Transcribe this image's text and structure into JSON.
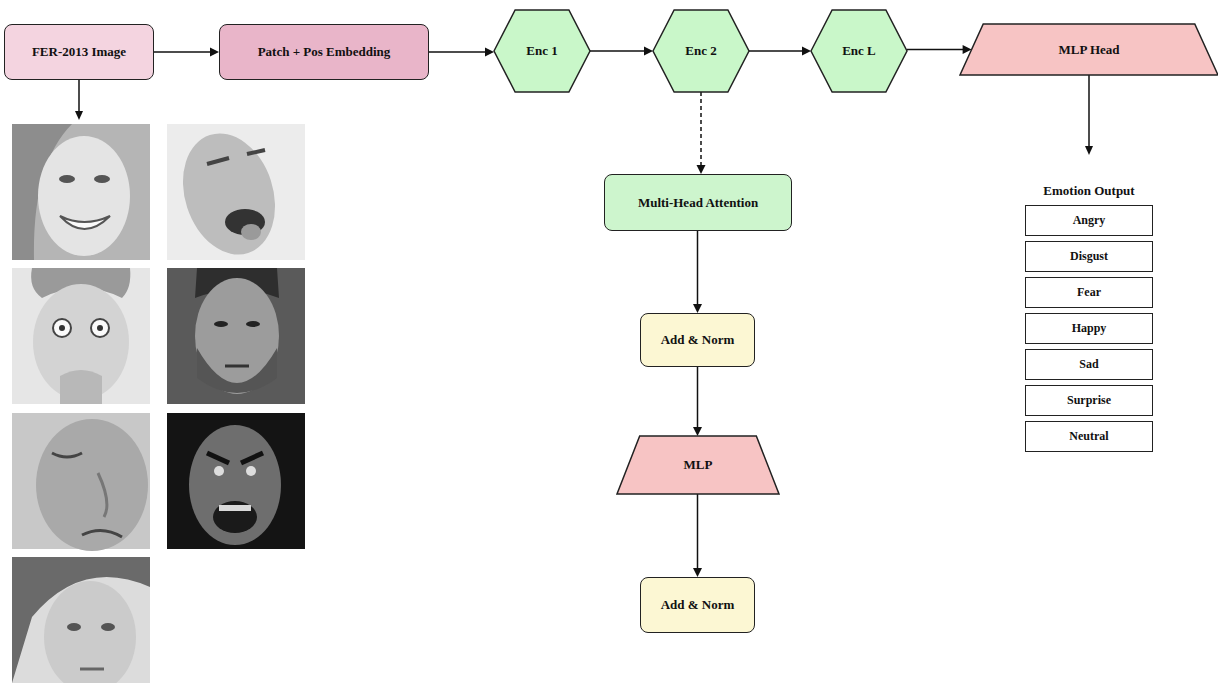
{
  "diagram": {
    "nodes": [
      {
        "text": [
          "FER-2013 Image"
        ]
      },
      {
        "text": [
          "Patch + Pos Embedding"
        ]
      },
      {
        "text": [
          "Enc 1"
        ]
      },
      {
        "text": [
          "Enc 2"
        ]
      },
      {
        "text": [
          "Enc L"
        ]
      },
      {
        "text": [
          "MLP Head"
        ]
      },
      {
        "text": [
          "Multi-Head Attention"
        ]
      },
      {
        "text": [
          "Add & Norm"
        ]
      },
      {
        "text": [
          "MLP"
        ]
      },
      {
        "text": [
          "Add & Norm"
        ]
      },
      {
        "text": [
          "Angry"
        ]
      },
      {
        "text": [
          "Disgust"
        ]
      },
      {
        "text": [
          "Fear"
        ]
      },
      {
        "text": [
          "Happy"
        ]
      },
      {
        "text": [
          "Sad"
        ]
      },
      {
        "text": [
          "Surprise"
        ]
      },
      {
        "text": [
          "Neutral"
        ]
      }
    ],
    "edges": [
      {
        "from": 0,
        "to": 1,
        "arrow": "to"
      },
      {
        "from": 1,
        "to": 2,
        "arrow": "to"
      },
      {
        "from": 2,
        "to": 3,
        "arrow": "to"
      },
      {
        "from": 3,
        "to": 4,
        "arrow": "to"
      },
      {
        "from": 4,
        "to": 5,
        "arrow": "to"
      },
      {
        "from": 3,
        "to": 6,
        "arrow": "to"
      },
      {
        "from": 6,
        "to": 7,
        "arrow": "to"
      },
      {
        "from": 7,
        "to": 8,
        "arrow": "to"
      },
      {
        "from": 8,
        "to": 9,
        "arrow": "to"
      }
    ],
    "labels": [
      "Emotion Output"
    ]
  }
}
